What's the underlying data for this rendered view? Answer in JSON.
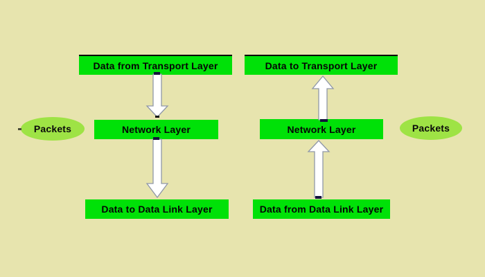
{
  "diagram": {
    "type": "flow-diagram",
    "subject": "Network layer packet flow (sending and receiving sides)",
    "colors": {
      "background": "#e7e4ae",
      "box_fill": "#00e108",
      "box_top_border": "#000000",
      "ellipse_fill": "#9ee345",
      "text": "#050505",
      "arrow_fill": "#ffffff",
      "arrow_outline": "#8f97a8",
      "connector_tick": "#14143c"
    },
    "flows": {
      "left": {
        "boxes": [
          "Data from Transport Layer",
          "Network Layer",
          "Data to Data Link Layer"
        ],
        "arrows": [
          "down",
          "down"
        ],
        "side_label": "Packets"
      },
      "right": {
        "boxes": [
          "Data to Transport Layer",
          "Network Layer",
          "Data from Data Link Layer"
        ],
        "arrows": [
          "up",
          "up"
        ],
        "side_label": "Packets"
      }
    },
    "icons": {
      "down_arrow": "block arrow pointing down (white with gray outline)",
      "up_arrow": "block arrow pointing up (white with gray outline)"
    }
  }
}
